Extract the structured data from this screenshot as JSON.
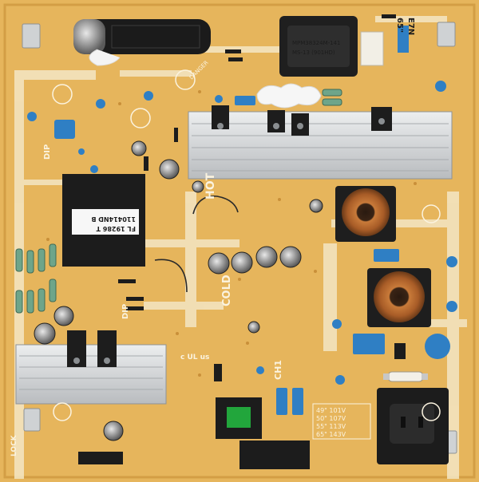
{
  "photo": {
    "kind": "power-supply-board",
    "palette": {
      "pcb": "#e6b55c",
      "pcb_edge": "#d4a24c",
      "silk": "#fbf3df",
      "heatsink": "#d2d4d6",
      "copper": "#b86a2e",
      "cap_blue": "#2f7fc4"
    }
  },
  "labels": {
    "inductor_top": [
      "MPM38324M-141",
      "MS-13   (901HD)"
    ],
    "model_size": "65\"",
    "model_code": "E7N",
    "transformer": [
      "110414ND  B",
      "FL  19286  T"
    ],
    "hot": "HOT",
    "cold": "COLD",
    "dip_top": "DIP",
    "dip_bottom": "DIP",
    "lock": "LOCK",
    "ch1": "CH1",
    "ul_mark": "c UL us",
    "danger": "DANGER",
    "voltage_lines": [
      "49\"  101V",
      "50\"  107V",
      "55\"  113V",
      "65\"  143V"
    ]
  }
}
